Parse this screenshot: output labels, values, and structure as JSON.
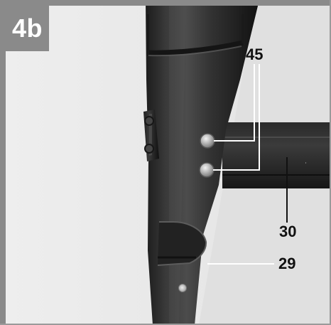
{
  "figure": {
    "badge_label": "4b"
  },
  "callouts": {
    "label_45": "45",
    "label_30": "30",
    "label_29": "29"
  },
  "colors": {
    "badge_background": "#8a8a8a",
    "badge_text": "#ffffff",
    "callout_text": "#111111",
    "leader_line": "#ffffff",
    "frame_gray": "#8a8a8a"
  }
}
